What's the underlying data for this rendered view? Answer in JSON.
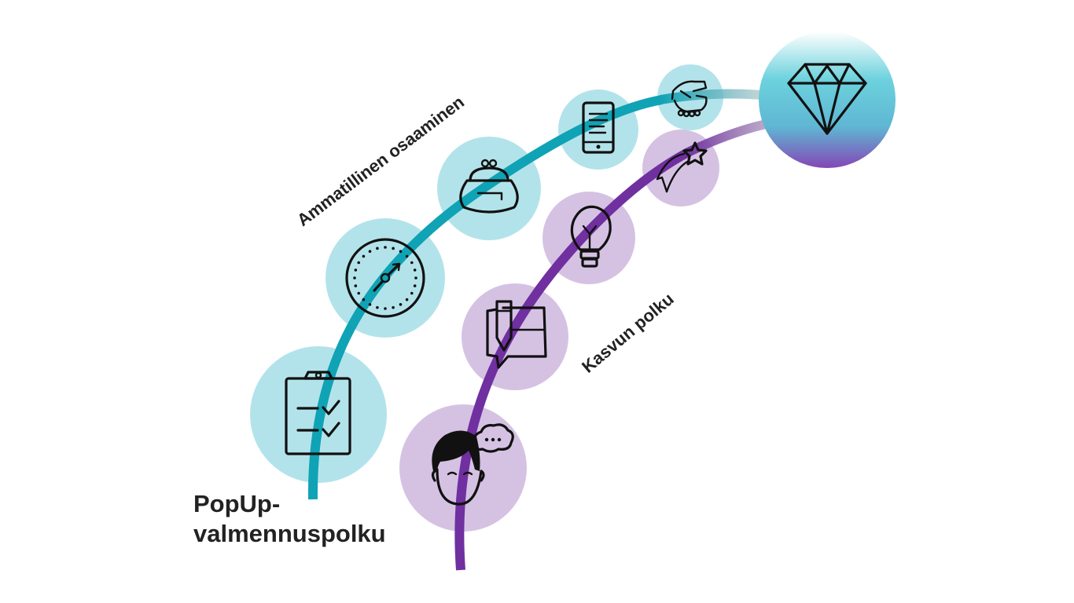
{
  "title_line1": "PopUp-",
  "title_line2": "valmennuspolku",
  "paths": {
    "professional": {
      "label": "Ammatillinen osaaminen",
      "color": "#0fa3b5",
      "bubble_color": "#b3e3ea",
      "steps": [
        "clipboard-checklist-icon",
        "clock-dial-icon",
        "coin-purse-icon",
        "mobile-document-icon",
        "handshake-icon"
      ]
    },
    "growth": {
      "label": "Kasvun polku",
      "color": "#7030a0",
      "bubble_color": "#d5c2e3",
      "steps": [
        "thinking-person-icon",
        "book-pen-icon",
        "light-bulb-icon",
        "shooting-star-icon"
      ]
    }
  },
  "goal": {
    "icon": "diamond-icon"
  }
}
